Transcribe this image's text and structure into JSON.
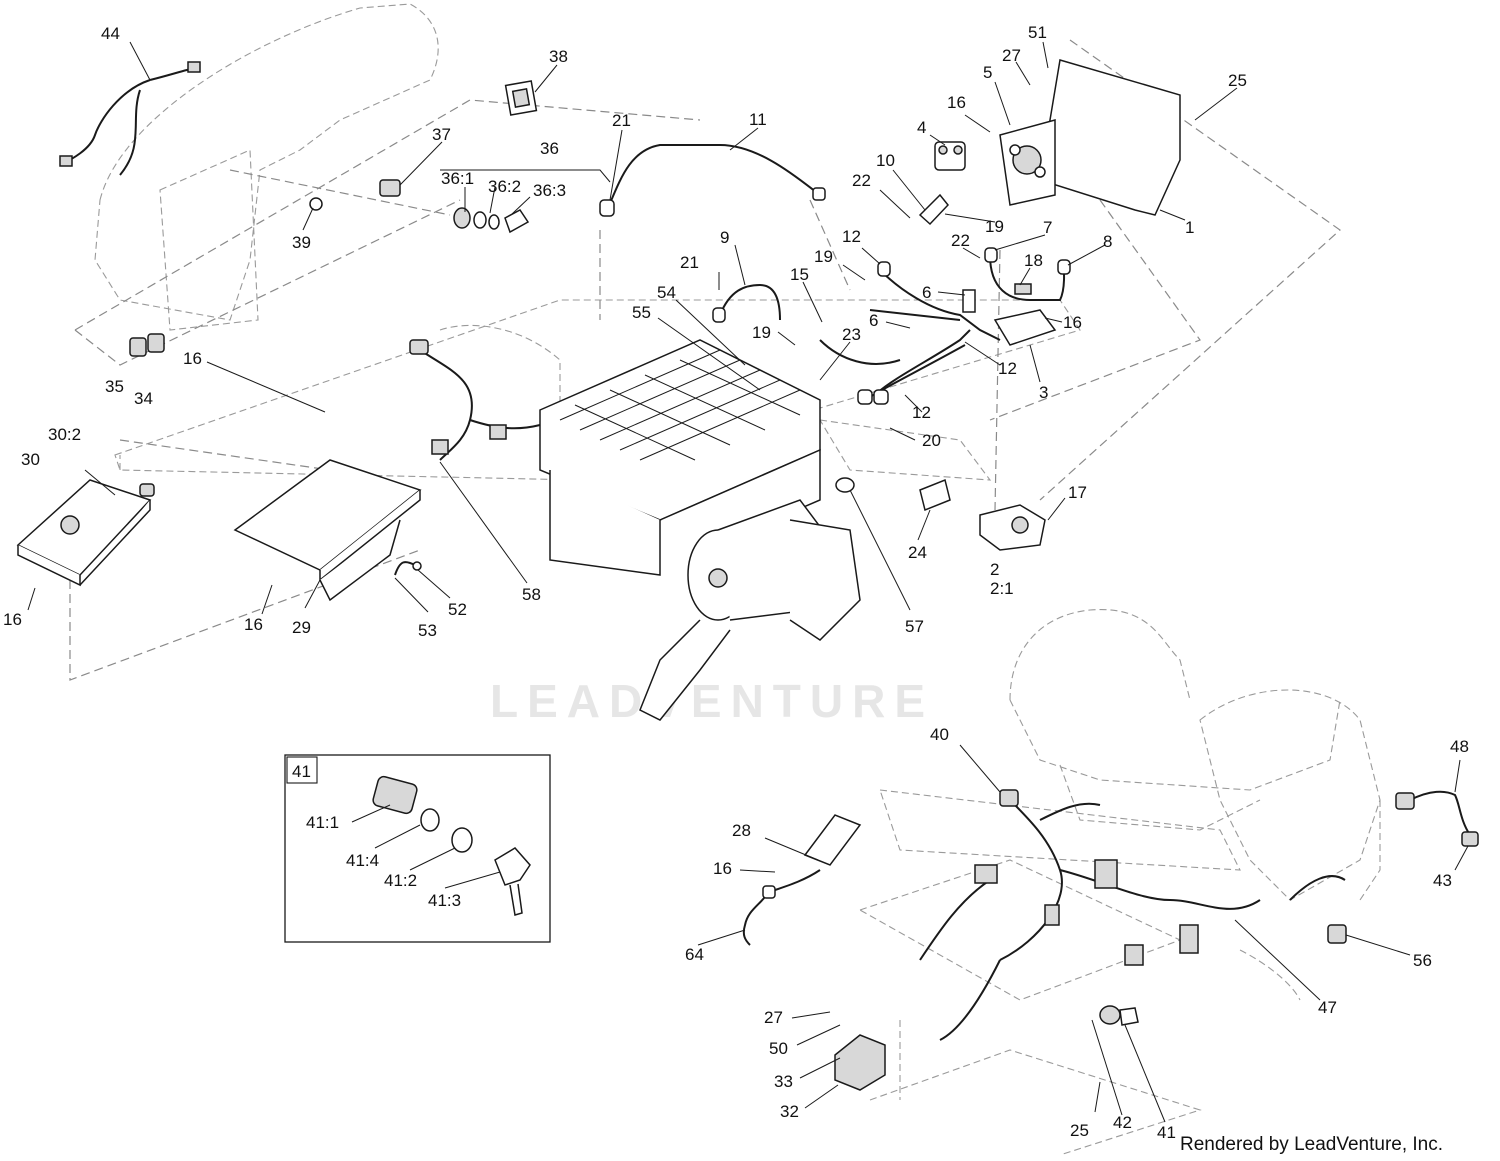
{
  "watermark": "LEADVENTURE",
  "footer": "Rendered by LeadVenture, Inc.",
  "inset_label": "41",
  "callouts": [
    {
      "id": "c44",
      "text": "44"
    },
    {
      "id": "c38",
      "text": "38"
    },
    {
      "id": "c37",
      "text": "37"
    },
    {
      "id": "c36",
      "text": "36"
    },
    {
      "id": "c36_1",
      "text": "36:1"
    },
    {
      "id": "c36_2",
      "text": "36:2"
    },
    {
      "id": "c36_3",
      "text": "36:3"
    },
    {
      "id": "c39",
      "text": "39"
    },
    {
      "id": "c21a",
      "text": "21"
    },
    {
      "id": "c11",
      "text": "11"
    },
    {
      "id": "c51",
      "text": "51"
    },
    {
      "id": "c27a",
      "text": "27"
    },
    {
      "id": "c5",
      "text": "5"
    },
    {
      "id": "c25a",
      "text": "25"
    },
    {
      "id": "c16a",
      "text": "16"
    },
    {
      "id": "c4",
      "text": "4"
    },
    {
      "id": "c10",
      "text": "10"
    },
    {
      "id": "c22a",
      "text": "22"
    },
    {
      "id": "c19a",
      "text": "19"
    },
    {
      "id": "c1",
      "text": "1"
    },
    {
      "id": "c22b",
      "text": "22"
    },
    {
      "id": "c7",
      "text": "7"
    },
    {
      "id": "c8",
      "text": "8"
    },
    {
      "id": "c12a",
      "text": "12"
    },
    {
      "id": "c19b",
      "text": "19"
    },
    {
      "id": "c18",
      "text": "18"
    },
    {
      "id": "c9",
      "text": "9"
    },
    {
      "id": "c21b",
      "text": "21"
    },
    {
      "id": "c15",
      "text": "15"
    },
    {
      "id": "c6a",
      "text": "6"
    },
    {
      "id": "c54",
      "text": "54"
    },
    {
      "id": "c55",
      "text": "55"
    },
    {
      "id": "c19c",
      "text": "19"
    },
    {
      "id": "c23",
      "text": "23"
    },
    {
      "id": "c6b",
      "text": "6"
    },
    {
      "id": "c16b",
      "text": "16"
    },
    {
      "id": "c12b",
      "text": "12"
    },
    {
      "id": "c3",
      "text": "3"
    },
    {
      "id": "c16c",
      "text": "16"
    },
    {
      "id": "c35",
      "text": "35"
    },
    {
      "id": "c34",
      "text": "34"
    },
    {
      "id": "c12c",
      "text": "12"
    },
    {
      "id": "c20",
      "text": "20"
    },
    {
      "id": "c30_2",
      "text": "30:2"
    },
    {
      "id": "c30",
      "text": "30"
    },
    {
      "id": "c17",
      "text": "17"
    },
    {
      "id": "c24",
      "text": "24"
    },
    {
      "id": "c2",
      "text": "2"
    },
    {
      "id": "c2_1",
      "text": "2:1"
    },
    {
      "id": "c58",
      "text": "58"
    },
    {
      "id": "c52",
      "text": "52"
    },
    {
      "id": "c53",
      "text": "53"
    },
    {
      "id": "c16d",
      "text": "16"
    },
    {
      "id": "c16e",
      "text": "16"
    },
    {
      "id": "c29",
      "text": "29"
    },
    {
      "id": "c57",
      "text": "57"
    },
    {
      "id": "c40",
      "text": "40"
    },
    {
      "id": "c48",
      "text": "48"
    },
    {
      "id": "c41_1",
      "text": "41:1"
    },
    {
      "id": "c41_4",
      "text": "41:4"
    },
    {
      "id": "c41_2",
      "text": "41:2"
    },
    {
      "id": "c41_3",
      "text": "41:3"
    },
    {
      "id": "c28",
      "text": "28"
    },
    {
      "id": "c16f",
      "text": "16"
    },
    {
      "id": "c43",
      "text": "43"
    },
    {
      "id": "c64",
      "text": "64"
    },
    {
      "id": "c56",
      "text": "56"
    },
    {
      "id": "c47",
      "text": "47"
    },
    {
      "id": "c27b",
      "text": "27"
    },
    {
      "id": "c50",
      "text": "50"
    },
    {
      "id": "c33",
      "text": "33"
    },
    {
      "id": "c32",
      "text": "32"
    },
    {
      "id": "c25b",
      "text": "25"
    },
    {
      "id": "c42",
      "text": "42"
    },
    {
      "id": "c41",
      "text": "41"
    }
  ]
}
